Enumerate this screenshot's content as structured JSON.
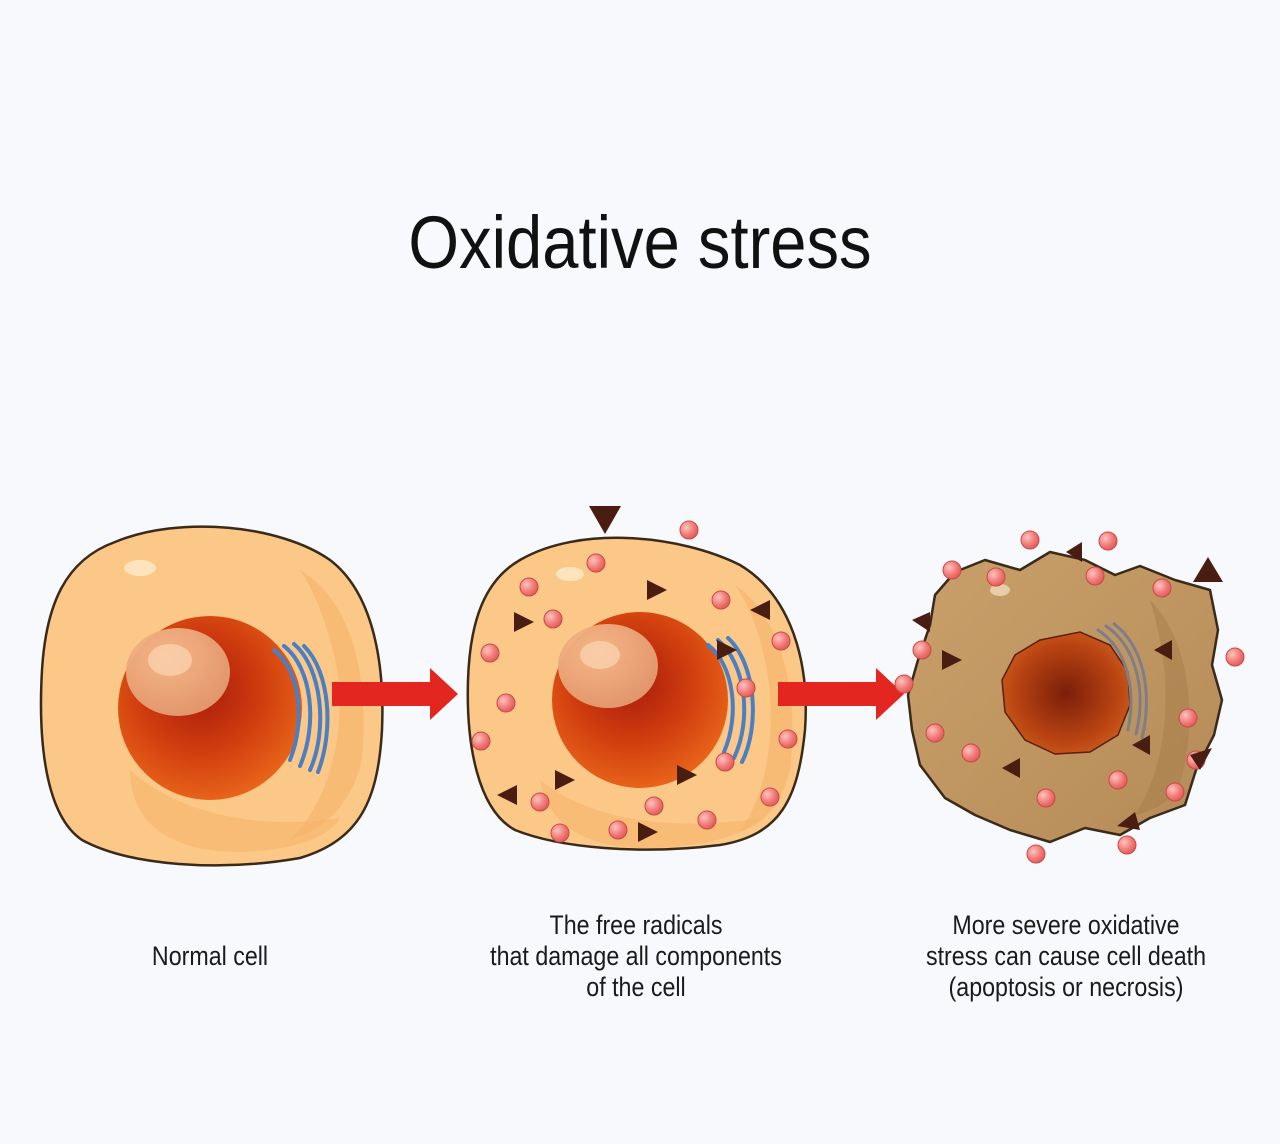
{
  "title": "Oxidative stress",
  "captions": {
    "normal": {
      "lines": [
        "Normal cell"
      ]
    },
    "damage": {
      "lines": [
        "The free radicals",
        "that damage all components",
        "of the cell"
      ]
    },
    "death": {
      "lines": [
        "More severe oxidative",
        "stress can cause cell death",
        "(apoptosis or necrosis)"
      ]
    }
  },
  "colors": {
    "background": "#f8f9fd",
    "cell": "#fbc887",
    "cell_outline": "#3a2a1a",
    "dead_cell": "#c29a66",
    "nucleus": "#e0531a",
    "arrow": "#e3261f",
    "radical_dot": "#f07b78",
    "radical_triangle": "#4a1d12",
    "golgi": "#4b7fc4"
  }
}
